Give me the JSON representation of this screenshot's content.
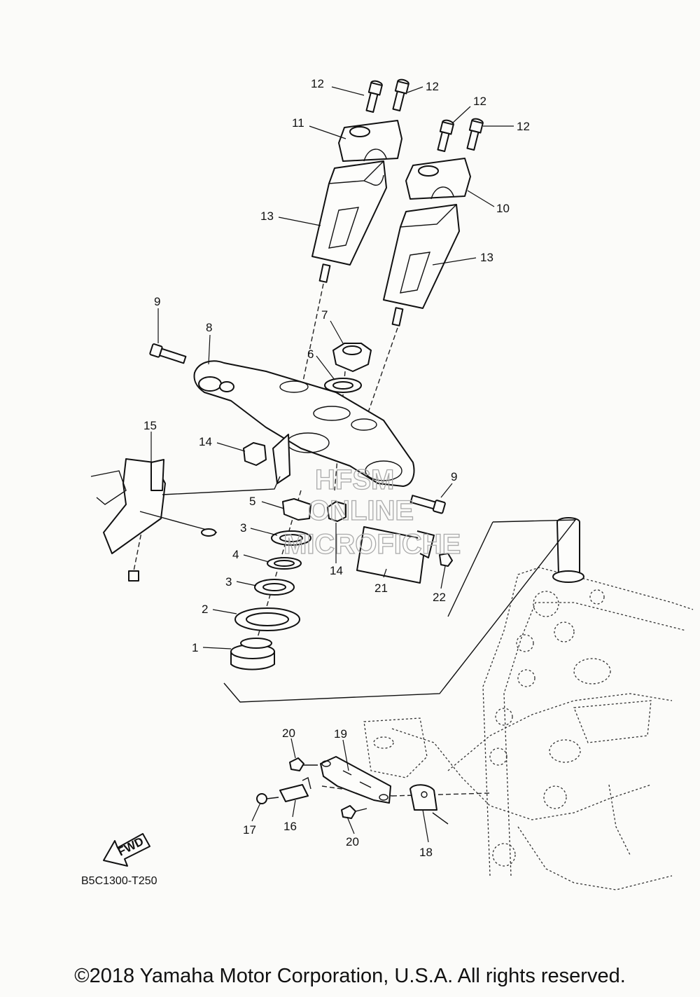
{
  "diagram": {
    "code": "B5C1300-T250",
    "fwd_label": "FWD",
    "watermark": [
      "HFSM",
      "ONLINE",
      "MICROFICHE"
    ],
    "copyright": "©2018 Yamaha Motor Corporation, U.S.A. All rights reserved.",
    "callouts": [
      "12",
      "12",
      "12",
      "12",
      "11",
      "10",
      "13",
      "13",
      "9",
      "8",
      "7",
      "6",
      "15",
      "14",
      "5",
      "9",
      "3",
      "4",
      "14",
      "3",
      "21",
      "22",
      "2",
      "1",
      "20",
      "19",
      "17",
      "16",
      "20",
      "18"
    ]
  }
}
